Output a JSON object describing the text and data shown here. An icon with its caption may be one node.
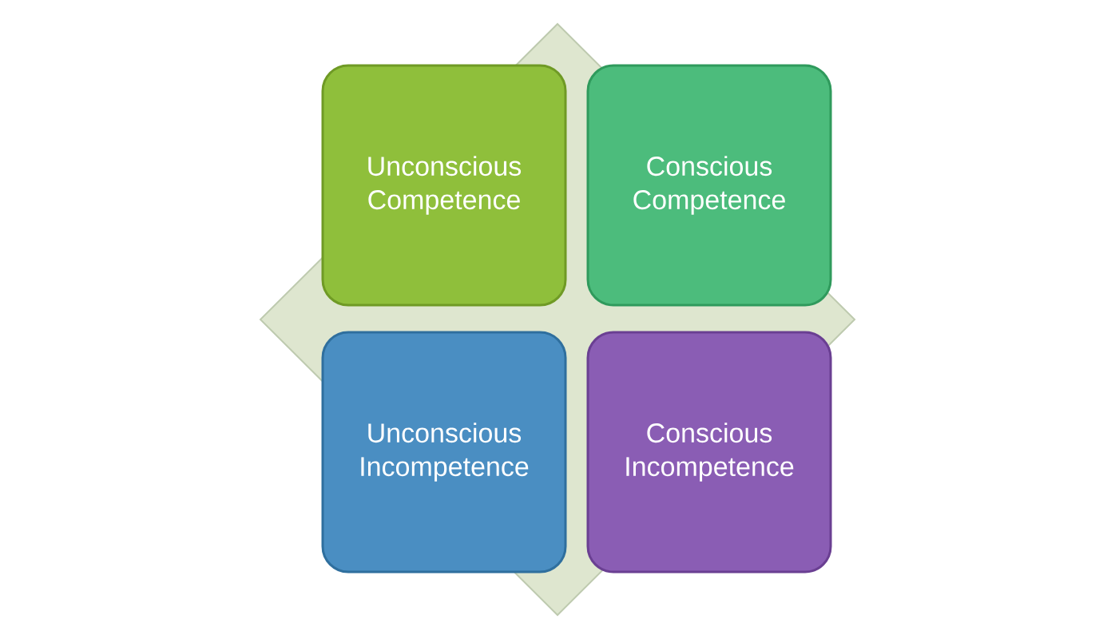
{
  "diagram": {
    "nodes": [
      {
        "text": [
          "Unconscious Competence"
        ]
      },
      {
        "text": [
          "Conscious Competence"
        ]
      },
      {
        "text": [
          "Unconscious Incompetence"
        ]
      },
      {
        "text": [
          "Conscious Incompetence"
        ]
      }
    ]
  }
}
